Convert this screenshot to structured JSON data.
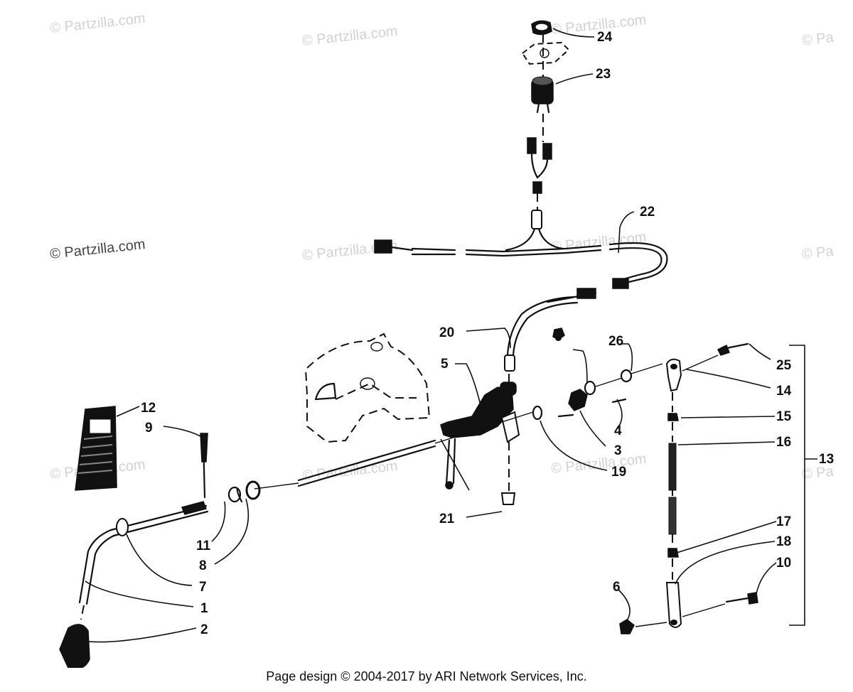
{
  "watermarks": [
    {
      "text": "© Partzilla.com",
      "strong": false
    },
    {
      "text": "© Partzilla.com",
      "strong": false
    },
    {
      "text": "© Partzilla.com",
      "strong": false
    },
    {
      "text": "© Pa",
      "strong": false
    },
    {
      "text": "© Partzilla.com",
      "strong": true
    },
    {
      "text": "© Partzilla.com",
      "strong": false
    },
    {
      "text": "© Partzilla.com",
      "strong": false
    },
    {
      "text": "© Pa",
      "strong": false
    },
    {
      "text": "© Partzilla.com",
      "strong": false
    },
    {
      "text": "© Partzilla.com",
      "strong": false
    },
    {
      "text": "© Partzilla.com",
      "strong": false
    },
    {
      "text": "© Pa",
      "strong": false
    }
  ],
  "callouts": [
    "24",
    "23",
    "22",
    "20",
    "6",
    "26",
    "5",
    "25",
    "14",
    "15",
    "12",
    "9",
    "4",
    "3",
    "16",
    "19",
    "13",
    "21",
    "11",
    "8",
    "17",
    "18",
    "10",
    "7",
    "1",
    "6",
    "2"
  ],
  "footer": "Page design © 2004-2017 by ARI Network Services, Inc."
}
